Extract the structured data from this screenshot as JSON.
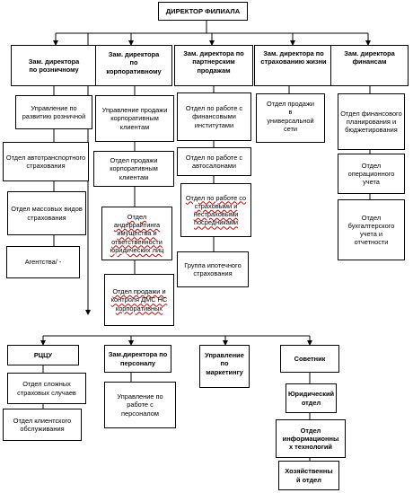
{
  "director": "ДИРЕКТОР ФИЛИАЛА",
  "columns": [
    {
      "head": "Зам. директора по розничному",
      "items": [
        "Управление по развитию розничной",
        "Отдел автотранспортного страхования",
        "Отдел массовых видов страхования",
        "Агентства/ -"
      ]
    },
    {
      "head": "Зам. директора по корпоративному",
      "items": [
        "Управление продажи корпоративным клиентам",
        "Отдел продажи корпоративным клиентам",
        "Отдел андеррайтинга имущества и ответственности юридических лиц",
        "Отдел продажи и контроля ДМС НС корпоративных"
      ]
    },
    {
      "head": "Зам. директора по партнерским продажам",
      "items": [
        "Отдел по работе с финансовыми институтами",
        "Отдел по работе с автосалонами",
        "Отдел по работе со страховыми и нестраховыми посредниками",
        "Группа ипотечного страхования"
      ]
    },
    {
      "head": "Зам. директора по страхованию жизни",
      "items": [
        "Отдел продажи в универсальной сети"
      ]
    },
    {
      "head": "Зам. директора финансам",
      "items": [
        "Отдел финансового планирования и бюджетирования",
        "Отдел операционного учета",
        "Отдел бухгалтерского учета и отчетности"
      ]
    }
  ],
  "bottom": [
    {
      "head": "РЦЦУ",
      "items": [
        "Отдел сложных страховых случаев",
        "Отдел клиентского обслуживания"
      ]
    },
    {
      "head": "Зам.директора по персоналу",
      "items": [
        "Управление по работе с персоналом"
      ]
    },
    {
      "head": "Управление по маркетингу",
      "items": []
    },
    {
      "head": "Советник",
      "items": [
        "Юридический отдел",
        "Отдел информационны х технологий",
        "Хозяйственны й отдел"
      ]
    }
  ]
}
